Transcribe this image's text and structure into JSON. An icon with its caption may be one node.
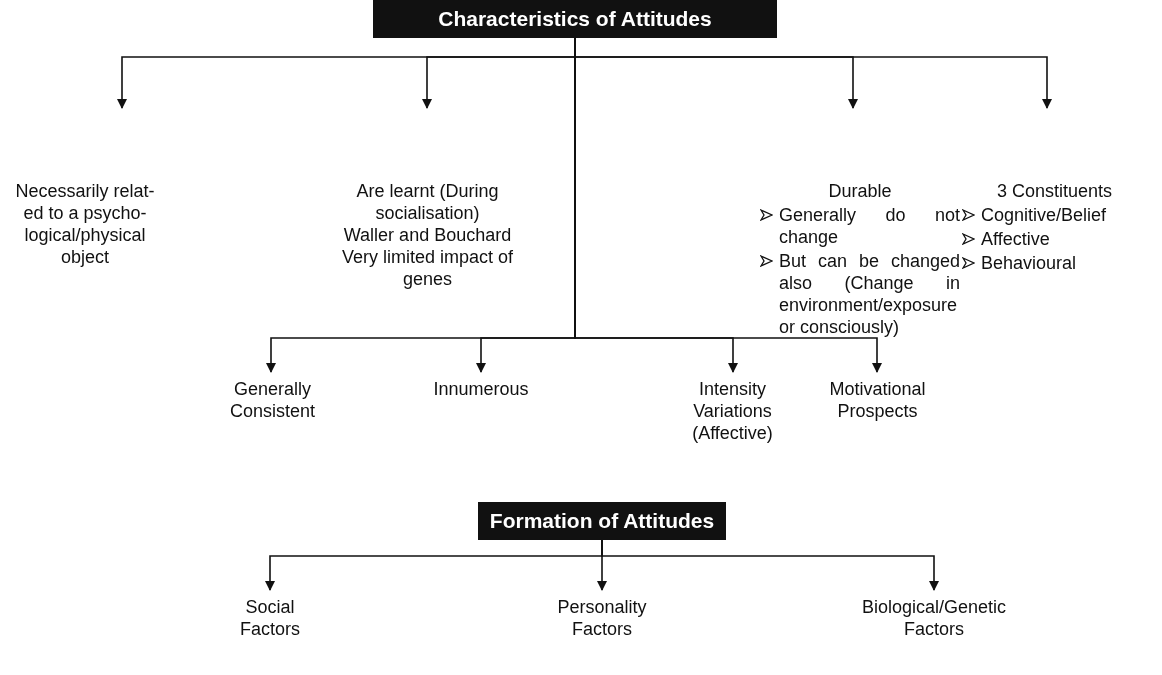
{
  "diagram": {
    "nodes": [
      {
        "text": [
          "Characteristics of Attitudes"
        ]
      },
      {
        "text": [
          "Necessarily relat- ed to a psycho- logical/physical object"
        ]
      },
      {
        "text": [
          "Are learnt (During socialisation)",
          "Waller and Bouchard",
          "Very limited impact of genes"
        ]
      },
      {
        "text": [
          "Durable",
          "Generally do not change",
          "But can be changed also (Change in environment/exposure or consciously)"
        ]
      },
      {
        "text": [
          "3 Constituents",
          "Cognitive/Belief",
          "Affective",
          "Behavioural"
        ]
      },
      {
        "text": [
          "Generally Consistent"
        ]
      },
      {
        "text": [
          "Innumerous"
        ]
      },
      {
        "text": [
          "Intensity Variations (Affective)"
        ]
      },
      {
        "text": [
          "Motivational Prospects"
        ]
      },
      {
        "text": [
          "Formation of Attitudes"
        ]
      },
      {
        "text": [
          "Social Factors"
        ]
      },
      {
        "text": [
          "Personality Factors"
        ]
      },
      {
        "text": [
          "Biological/Genetic Factors"
        ]
      }
    ],
    "edges": [
      {
        "from": 0,
        "to": 1,
        "arrow": "to"
      },
      {
        "from": 0,
        "to": 2,
        "arrow": "to"
      },
      {
        "from": 0,
        "to": 3,
        "arrow": "to"
      },
      {
        "from": 0,
        "to": 4,
        "arrow": "to"
      },
      {
        "from": 0,
        "to": 5,
        "arrow": "to"
      },
      {
        "from": 0,
        "to": 6,
        "arrow": "to"
      },
      {
        "from": 0,
        "to": 7,
        "arrow": "to"
      },
      {
        "from": 0,
        "to": 8,
        "arrow": "to"
      },
      {
        "from": 9,
        "to": 10,
        "arrow": "to"
      },
      {
        "from": 9,
        "to": 11,
        "arrow": "to"
      },
      {
        "from": 9,
        "to": 12,
        "arrow": "to"
      }
    ]
  }
}
